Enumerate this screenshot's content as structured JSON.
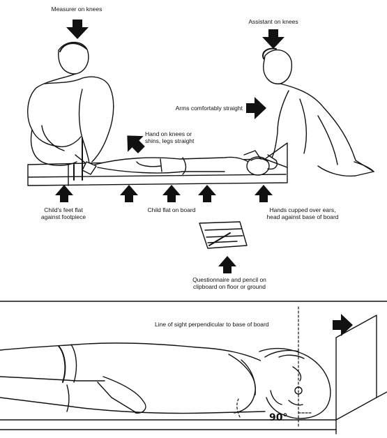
{
  "labels": {
    "measurer": "Measurer on knees",
    "assistant": "Assistant on knees",
    "arms": "Arms comfortably straight",
    "hand": [
      "Hand on knees or",
      "shins, legs straight"
    ],
    "heel": [
      "Child's feet flat",
      "against footpiece"
    ],
    "child_flat": "Child flat on board",
    "hands_cupped": [
      "Hands cupped over ears,",
      "head against base of board"
    ],
    "clipboard": [
      "Questionnaire and pencil on",
      "clipboard on floor or ground"
    ],
    "line_of_sight": "Line of sight perpendicular to base of board",
    "angle": "90°"
  },
  "colors": {
    "ink": "#111111",
    "paper": "#ffffff"
  }
}
